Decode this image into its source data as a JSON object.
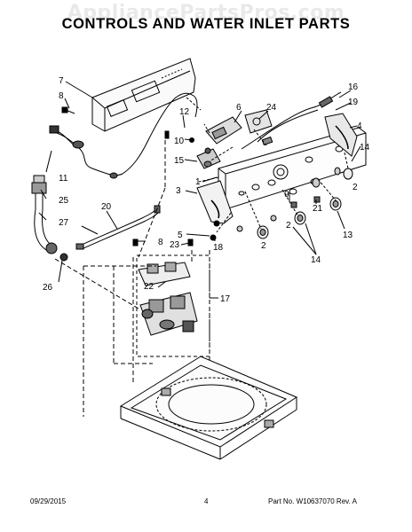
{
  "watermark": "AppliancePartsPros.com",
  "title": "CONTROLS AND WATER INLET PARTS",
  "callouts": [
    "1",
    "2",
    "3",
    "4",
    "5",
    "6",
    "7",
    "8",
    "9",
    "10",
    "11",
    "12",
    "13",
    "14",
    "15",
    "16",
    "17",
    "18",
    "19",
    "20",
    "21",
    "22",
    "23",
    "24",
    "25",
    "26",
    "27"
  ],
  "footer": {
    "date": "09/29/2015",
    "page": "4",
    "part_number": "Part No. W10637070  Rev. A"
  }
}
